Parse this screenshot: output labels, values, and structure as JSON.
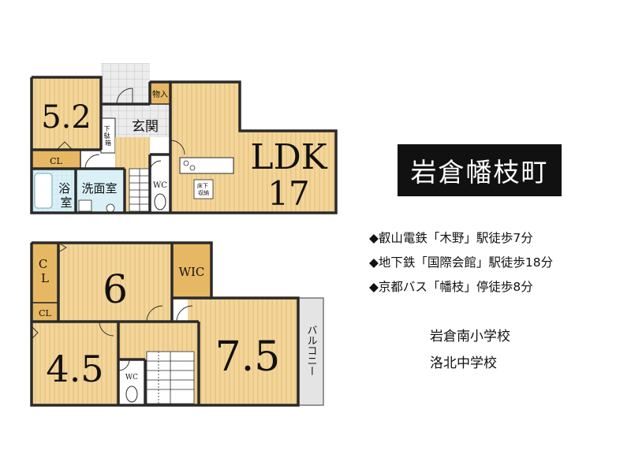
{
  "title": "岩倉幡枝町",
  "access": [
    "◆叡山電鉄「木野」駅徒歩7分",
    "◆地下鉄「国際会館」駅徒歩18分",
    "◆京都バス「幡枝」停徒歩8分"
  ],
  "schools": [
    "岩倉南小学校",
    "洛北中学校"
  ],
  "floor1": {
    "room_52": "5.2",
    "entrance": "玄関",
    "storage": "物入",
    "shoe_box_lines": [
      "下",
      "駄",
      "箱"
    ],
    "cl": "CL",
    "bath_lines": [
      "浴",
      "室"
    ],
    "washroom": "洗面室",
    "wc": "WC",
    "ldk_label": "LDK",
    "ldk_size": "17",
    "underfloor_lines": [
      "床下",
      "収納"
    ]
  },
  "floor2": {
    "cl_top_lines": [
      "C",
      "L"
    ],
    "room_6": "6",
    "wic": "WIC",
    "cl_small": "CL",
    "room_45": "4.5",
    "wc": "WC",
    "room_75": "7.5",
    "balcony": "バルコニー"
  },
  "colors": {
    "floor_wood": "#f3d59a",
    "floor_stripe": "#e3bd73",
    "closet": "#e7b864",
    "wet_area": "#d9f1f6",
    "entrance_tile": "#e6e6e6",
    "balcony": "#e4e4e4",
    "wall": "#2a2a2a",
    "title_bg": "#111111",
    "title_text": "#ffffff"
  }
}
